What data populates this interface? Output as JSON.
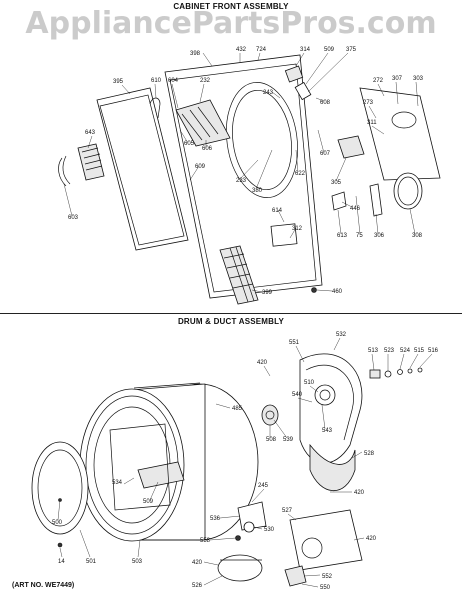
{
  "watermark": "AppliancePartsPros.com",
  "sections": {
    "cabinet_title": "CABINET FRONT ASSEMBLY",
    "drum_title": "DRUM & DUCT ASSEMBLY"
  },
  "art_number": "(ART NO. WE7449)",
  "cabinet_parts": [
    "398",
    "432",
    "724",
    "314",
    "509",
    "375",
    "395",
    "610",
    "604",
    "232",
    "243",
    "272",
    "307",
    "303",
    "643",
    "608",
    "273",
    "605",
    "606",
    "311",
    "622",
    "607",
    "609",
    "233",
    "380",
    "305",
    "446",
    "603",
    "614",
    "312",
    "613",
    "75",
    "306",
    "308",
    "399",
    "460"
  ],
  "drum_parts": [
    "551",
    "532",
    "513",
    "523",
    "524",
    "515",
    "516",
    "420",
    "510",
    "540",
    "485",
    "508",
    "539",
    "543",
    "528",
    "534",
    "509",
    "420",
    "245",
    "536",
    "530",
    "500",
    "527",
    "420",
    "558",
    "420",
    "552",
    "526",
    "550",
    "14",
    "501",
    "503"
  ]
}
